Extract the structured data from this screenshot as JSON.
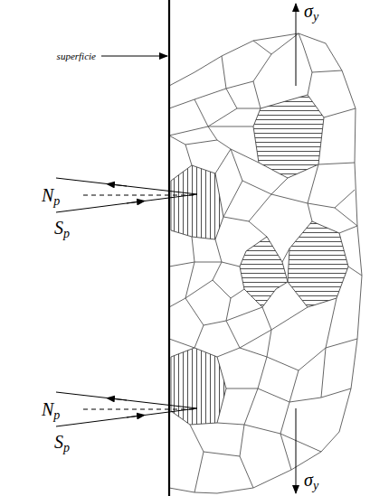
{
  "diagram": {
    "labels": [
      "superficie",
      "Np",
      "Sp",
      "Np",
      "Sp",
      "σy",
      "σy"
    ]
  }
}
